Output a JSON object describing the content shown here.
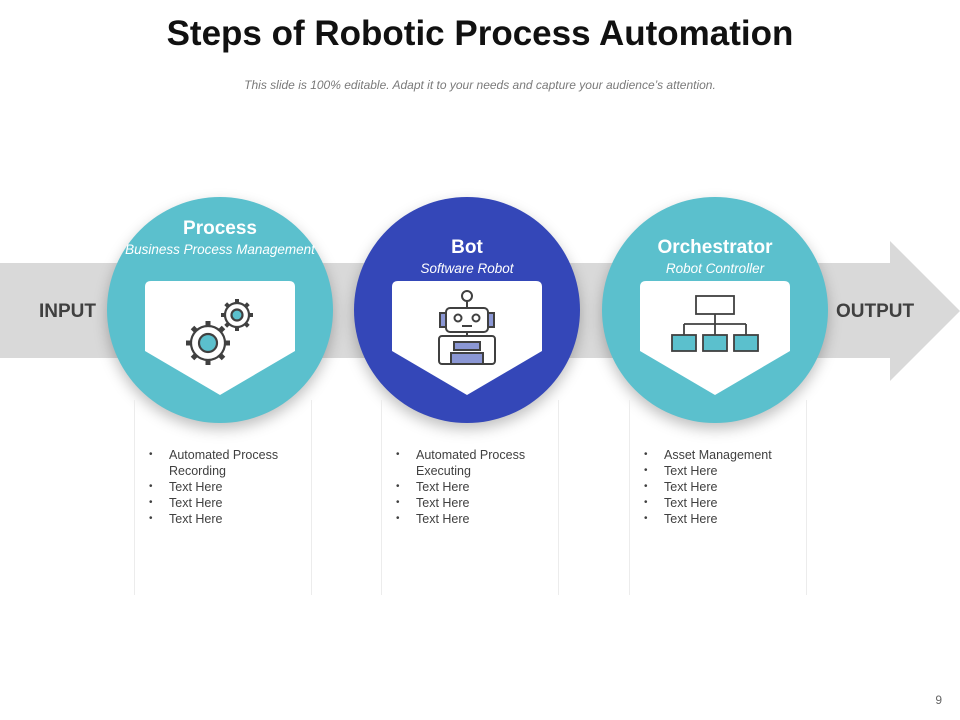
{
  "title": "Steps of Robotic Process Automation",
  "subtitle": "This slide is 100% editable. Adapt it to your needs and capture your audience’s attention.",
  "flow": {
    "input_label": "INPUT",
    "output_label": "OUTPUT"
  },
  "steps": [
    {
      "title": "Process",
      "subtitle": "Business Process Management",
      "icon": "gears-icon",
      "color": "#5bc0cd",
      "bullets": [
        "Automated Process Recording",
        "Text Here",
        "Text Here",
        "Text Here"
      ]
    },
    {
      "title": "Bot",
      "subtitle": "Software Robot",
      "icon": "robot-icon",
      "color": "#3447b8",
      "bullets": [
        "Automated Process Executing",
        "Text Here",
        "Text Here",
        "Text Here"
      ]
    },
    {
      "title": "Orchestrator",
      "subtitle": "Robot Controller",
      "icon": "org-chart-icon",
      "color": "#5bc0cd",
      "bullets": [
        "Asset Management",
        "Text Here",
        "Text Here",
        "Text Here",
        "Text Here"
      ]
    }
  ],
  "page_number": "9",
  "colors": {
    "band": "#d9d9d9",
    "icon_stroke": "#404040"
  }
}
